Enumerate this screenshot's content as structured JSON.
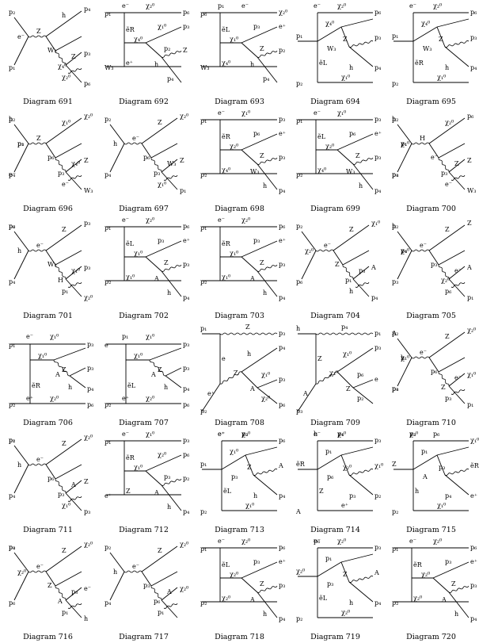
{
  "diagrams": [
    {
      "title": "Diagram 691",
      "labels": [
        "p₂",
        "e⁻",
        "p₁",
        "Z",
        "h",
        "p₄",
        "W₃",
        "Z",
        "p₃",
        "χ₄⁰",
        "χ₂⁰",
        "p₆"
      ]
    },
    {
      "title": "Diagram 692",
      "labels": [
        "e⁻",
        "χ₂⁰",
        "p₆",
        "p₁",
        "ẽR",
        "χ₄⁰",
        "χ₁⁰",
        "p₃",
        "e⁺",
        "p₂",
        "Z",
        "W₃",
        "h",
        "p₄"
      ]
    },
    {
      "title": "Diagram 693",
      "labels": [
        "p₁",
        "e⁻",
        "χ₂⁰",
        "p₆",
        "ẽL",
        "χ₁⁰",
        "p₃",
        "e⁺",
        "χ₄⁰",
        "Z",
        "p₂",
        "W₃",
        "h",
        "p₄"
      ]
    },
    {
      "title": "Diagram 694",
      "labels": [
        "e⁻",
        "χ₂⁰",
        "p₆",
        "χ₄⁰",
        "p₁",
        "Z",
        "W₃",
        "p₃",
        "ẽL",
        "h",
        "p₄",
        "χ₁⁰",
        "p₂"
      ]
    },
    {
      "title": "Diagram 695",
      "labels": [
        "e⁻",
        "χ₂⁰",
        "p₆",
        "χ₄⁰",
        "p₁",
        "Z",
        "W₃",
        "p₃",
        "ẽR",
        "h",
        "p₄",
        "χ₁⁰",
        "p₂"
      ]
    },
    {
      "title": "Diagram 696",
      "labels": [
        "p₂",
        "p₃",
        "e⁻",
        "Z",
        "χ₁⁰",
        "χ₂⁰",
        "p₆",
        "χ₄⁰",
        "Z",
        "p₃",
        "e⁻",
        "W₃",
        "h",
        "p₁",
        "p₄"
      ]
    },
    {
      "title": "Diagram 697",
      "labels": [
        "p₂",
        "h",
        "p₄",
        "e⁻",
        "Z",
        "χ₂⁰",
        "p₆",
        "W₃",
        "Z",
        "p₃",
        "χ₁⁰",
        "p₁"
      ]
    },
    {
      "title": "Diagram 698",
      "labels": [
        "e⁻",
        "χ₁⁰",
        "p₃",
        "p₁",
        "ẽR",
        "χ₂⁰",
        "p₆",
        "e⁺",
        "χ₄⁰",
        "Z",
        "p₃",
        "p₂",
        "W₃",
        "h",
        "p₄"
      ]
    },
    {
      "title": "Diagram 699",
      "labels": [
        "e⁻",
        "χ₁⁰",
        "p₃",
        "p₁",
        "ẽL",
        "χ₂⁰",
        "p₆",
        "e⁺",
        "χ₄⁰",
        "Z",
        "p₃",
        "p₂",
        "W₃",
        "h",
        "p₄"
      ]
    },
    {
      "title": "Diagram 700",
      "labels": [
        "p₂",
        "χ₁⁰",
        "p₃",
        "H",
        "χ₂⁰",
        "p₆",
        "e⁻",
        "Z",
        "Z",
        "p₃",
        "e⁻",
        "W₃",
        "h",
        "p₁",
        "p₄"
      ]
    },
    {
      "title": "Diagram 701",
      "labels": [
        "p₂",
        "h",
        "p₄",
        "e⁻",
        "Z",
        "p₃",
        "W₃",
        "χ₁⁰",
        "p₃",
        "H",
        "p₁",
        "χ₂⁰",
        "p₆"
      ]
    },
    {
      "title": "Diagram 702",
      "labels": [
        "e⁻",
        "χ₂⁰",
        "p₆",
        "p₁",
        "ẽL",
        "χ₁⁰",
        "p₃",
        "e⁺",
        "χ₁⁰",
        "Z",
        "p₃",
        "p₂",
        "A",
        "h",
        "p₄"
      ]
    },
    {
      "title": "Diagram 703",
      "labels": [
        "e⁻",
        "χ₂⁰",
        "p₆",
        "p₁",
        "ẽR",
        "χ₁⁰",
        "p₃",
        "e⁺",
        "χ₁⁰",
        "Z",
        "p₃",
        "p₂",
        "A",
        "h",
        "p₄"
      ]
    },
    {
      "title": "Diagram 704",
      "labels": [
        "p₂",
        "χ₂⁰",
        "p₆",
        "e⁻",
        "Z",
        "χ₁⁰",
        "Z",
        "p₃",
        "A",
        "p₁",
        "h",
        "p₄"
      ]
    },
    {
      "title": "Diagram 705",
      "labels": [
        "p₂",
        "χ₁⁰",
        "p₃",
        "e⁻",
        "Z",
        "Z",
        "p₃",
        "e⁻",
        "A",
        "χ₂⁰",
        "p₆",
        "p₁",
        "h",
        "p₄"
      ]
    },
    {
      "title": "Diagram 706",
      "labels": [
        "e⁻",
        "χ₁⁰",
        "p₃",
        "p₁",
        "χ₁⁰",
        "Z",
        "p₃",
        "A",
        "ẽR",
        "h",
        "p₄",
        "e⁺",
        "χ₂⁰",
        "p₂",
        "p₆"
      ]
    },
    {
      "title": "Diagram 707",
      "labels": [
        "p₁",
        "χ₁⁰",
        "p₃",
        "e⁻",
        "χ₁⁰",
        "Z",
        "p₃",
        "A",
        "ẽL",
        "h",
        "p₄",
        "e⁺",
        "χ₂⁰",
        "p₂",
        "p₆"
      ]
    },
    {
      "title": "Diagram 708",
      "labels": [
        "p₁",
        "Z",
        "p₃",
        "e",
        "h",
        "p₄",
        "e⁺",
        "Z",
        "χ₁⁰",
        "p₃",
        "A",
        "χ₂⁰",
        "p₂",
        "p₆"
      ]
    },
    {
      "title": "Diagram 709",
      "labels": [
        "h",
        "p₄",
        "p₁",
        "Z",
        "χ₁⁰",
        "p₃",
        "A",
        "χ₂⁰",
        "p₆",
        "e",
        "Z",
        "p₂",
        "p₃"
      ]
    },
    {
      "title": "Diagram 710",
      "labels": [
        "p₂",
        "χ₁⁰",
        "p₃",
        "e⁻",
        "Z",
        "χ₂⁰",
        "p₆",
        "e⁻",
        "χ₁⁰",
        "Z",
        "p₃",
        "p₁",
        "A",
        "h",
        "p₄"
      ]
    },
    {
      "title": "Diagram 711",
      "labels": [
        "p₂",
        "h",
        "p₄",
        "e⁻",
        "Z",
        "χ₂⁰",
        "p₆",
        "A",
        "Z",
        "p₃",
        "χ₁⁰",
        "p₃",
        "p₁"
      ]
    },
    {
      "title": "Diagram 712",
      "labels": [
        "e⁻",
        "χ₁⁰",
        "p₃",
        "p₁",
        "ẽR",
        "χ₁⁰",
        "χ₂⁰",
        "p₆",
        "Z",
        "p₃",
        "p₂",
        "e⁺",
        "A",
        "h",
        "p₄"
      ]
    },
    {
      "title": "Diagram 713",
      "labels": [
        "e⁻",
        "χ₂⁰",
        "p₆",
        "χ₁⁰",
        "p₁",
        "Z",
        "p₃",
        "A",
        "ẽL",
        "h",
        "p₄",
        "χ₁⁰",
        "p₂",
        "e⁺",
        "p₃"
      ]
    },
    {
      "title": "Diagram 714",
      "labels": [
        "e⁻",
        "χ₁⁰",
        "p₃",
        "p₁",
        "ẽR",
        "χ₂⁰",
        "p₆",
        "χ₁⁰",
        "Z",
        "p₃",
        "p₂",
        "e⁺",
        "A",
        "h",
        "p₄"
      ]
    },
    {
      "title": "Diagram 715",
      "labels": [
        "χ₂⁰",
        "p₆",
        "χ₁⁰",
        "p₁",
        "Z",
        "p₃",
        "A",
        "ẽR",
        "h",
        "p₄",
        "e⁺",
        "χ₁⁰",
        "p₂",
        "p₃"
      ]
    },
    {
      "title": "Diagram 716",
      "labels": [
        "p₂",
        "χ₂⁰",
        "p₆",
        "e⁻",
        "Z",
        "χ₂⁰",
        "Z",
        "p₃",
        "e⁻",
        "A",
        "p₁",
        "h",
        "p₄"
      ]
    },
    {
      "title": "Diagram 717",
      "labels": [
        "p₂",
        "h",
        "p₄",
        "e⁻",
        "Z",
        "χ₂⁰",
        "p₃",
        "A",
        "χ₂⁰",
        "p₆",
        "p₁"
      ]
    },
    {
      "title": "Diagram 718",
      "labels": [
        "e⁻",
        "χ₂⁰",
        "p₆",
        "p₁",
        "ẽL",
        "χ₂⁰",
        "p₃",
        "e⁺",
        "χ₂⁰",
        "Z",
        "p₃",
        "p₂",
        "A",
        "h",
        "p₄"
      ]
    },
    {
      "title": "Diagram 719",
      "labels": [
        "e⁻",
        "χ₂⁰",
        "p₃",
        "p₁",
        "χ₂⁰",
        "Z",
        "p₃",
        "A",
        "ẽL",
        "h",
        "p₄",
        "χ₂⁰",
        "p₂",
        "p₆"
      ]
    },
    {
      "title": "Diagram 720",
      "labels": [
        "e⁻",
        "χ₂⁰",
        "p₆",
        "p₁",
        "ẽR",
        "χ₂⁰",
        "p₃",
        "e⁺",
        "χ₂⁰",
        "Z",
        "p₃",
        "p₂",
        "A",
        "h",
        "p₄"
      ]
    }
  ]
}
